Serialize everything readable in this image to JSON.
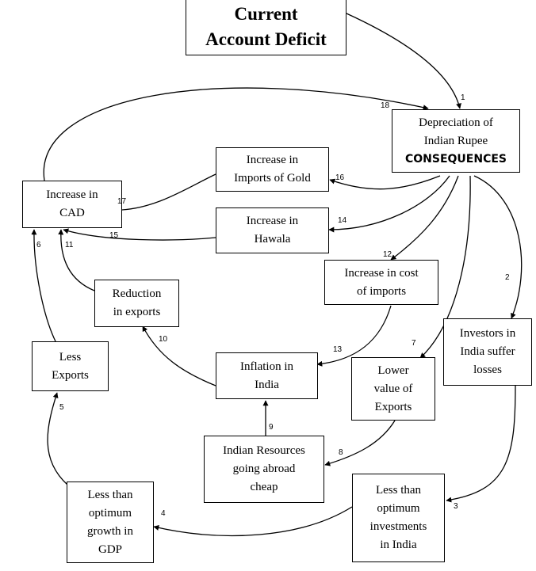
{
  "diagram": {
    "title": {
      "lines": [
        "Current",
        "Account Deficit"
      ]
    },
    "nodes": {
      "depreciation": {
        "lines": [
          "Depreciation of",
          "Indian Rupee"
        ],
        "emphasis": "CONSEQUENCES"
      },
      "gold": {
        "lines": [
          "Increase in",
          "Imports of Gold"
        ]
      },
      "cad": {
        "lines": [
          "Increase in",
          "CAD"
        ]
      },
      "hawala": {
        "lines": [
          "Increase in",
          "Hawala"
        ]
      },
      "cost_imports": {
        "lines": [
          "Increase in cost",
          "of imports"
        ]
      },
      "reduction_exports": {
        "lines": [
          "Reduction",
          "in exports"
        ]
      },
      "investors": {
        "lines": [
          "Investors in",
          "India suffer",
          "losses"
        ]
      },
      "less_exports": {
        "lines": [
          "Less",
          "Exports"
        ]
      },
      "inflation": {
        "lines": [
          "Inflation in",
          "India"
        ]
      },
      "lower_value": {
        "lines": [
          "Lower",
          "value of",
          "Exports"
        ]
      },
      "resources": {
        "lines": [
          "Indian Resources",
          "going abroad",
          "cheap"
        ]
      },
      "less_investments": {
        "lines": [
          "Less than",
          "optimum",
          "investments",
          "in India"
        ]
      },
      "less_growth": {
        "lines": [
          "Less than",
          "optimum",
          "growth in",
          "GDP"
        ]
      }
    },
    "edge_labels": [
      "1",
      "2",
      "3",
      "4",
      "5",
      "6",
      "7",
      "8",
      "9",
      "10",
      "11",
      "12",
      "13",
      "14",
      "15",
      "16",
      "17",
      "18"
    ]
  }
}
